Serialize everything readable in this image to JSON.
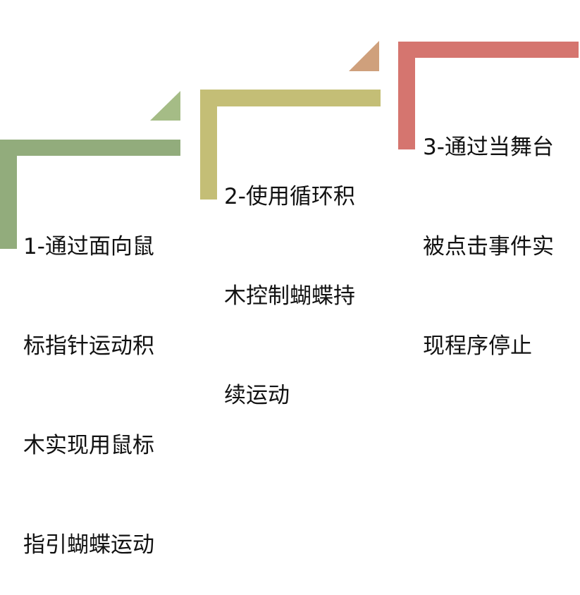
{
  "steps": [
    {
      "lines": [
        "1-通过面向鼠",
        "标指针运动积",
        "木实现用鼠标",
        "指引蝴蝶运动"
      ],
      "color": "#92AC7C",
      "tri_color": "#A5BC86"
    },
    {
      "lines": [
        "2-使用循环积",
        "木控制蝴蝶持",
        "续运动"
      ],
      "color": "#C4BE76",
      "tri_color": "#C9C37E"
    },
    {
      "lines": [
        "3-通过当舞台",
        "被点击事件实",
        "现程序停止"
      ],
      "color": "#D5756F",
      "tri_color": "#CFA07C"
    }
  ]
}
